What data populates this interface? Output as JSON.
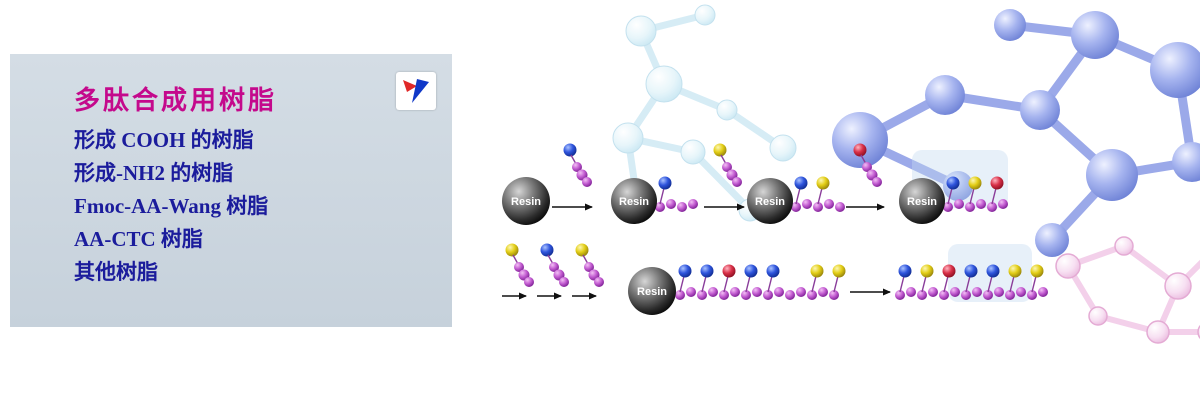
{
  "panel": {
    "title": "多肽合成用树脂",
    "title_color": "#c4098c",
    "items": [
      "形成 COOH 的树脂",
      "形成-NH2 的树脂",
      "Fmoc-AA-Wang 树脂",
      "AA-CTC  树脂",
      "其他树脂"
    ],
    "item_color": "#1b1c9c",
    "background_color": "#ccd6df"
  },
  "logo": {
    "red": "#e02828",
    "blue": "#1038c8"
  },
  "scheme": {
    "resin_label": "Resin",
    "colors": {
      "bead": "#b44cc4",
      "blue_ball": "#2f55dd",
      "yellow_ball": "#e3ce16",
      "red_ball": "#d93048",
      "resin": "#1a1a1a",
      "molecule_blue": "#96a5e8",
      "molecule_cyan": "#cfe9f4",
      "molecule_pink": "#e9b6dd"
    },
    "row1": [
      {
        "type": "resin",
        "pendants": []
      },
      {
        "type": "coupling-arrow",
        "arrow_unit": "blue"
      },
      {
        "type": "resin",
        "pendants": [
          "blue"
        ]
      },
      {
        "type": "coupling-arrow",
        "arrow_unit": "yellow"
      },
      {
        "type": "resin",
        "pendants": [
          "blue",
          "yellow"
        ]
      },
      {
        "type": "coupling-arrow",
        "arrow_unit": "red"
      },
      {
        "type": "resin",
        "pendants": [
          "blue",
          "yellow",
          "red"
        ]
      }
    ],
    "row2": {
      "free_units": [
        "yellow",
        "blue",
        "yellow"
      ],
      "resin_chain_pendants": [
        "blue",
        "blue",
        "red",
        "blue",
        "blue",
        "yellow",
        "yellow"
      ],
      "product_chain_pendants": [
        "blue",
        "yellow",
        "red",
        "blue",
        "blue",
        "yellow",
        "yellow"
      ]
    }
  }
}
